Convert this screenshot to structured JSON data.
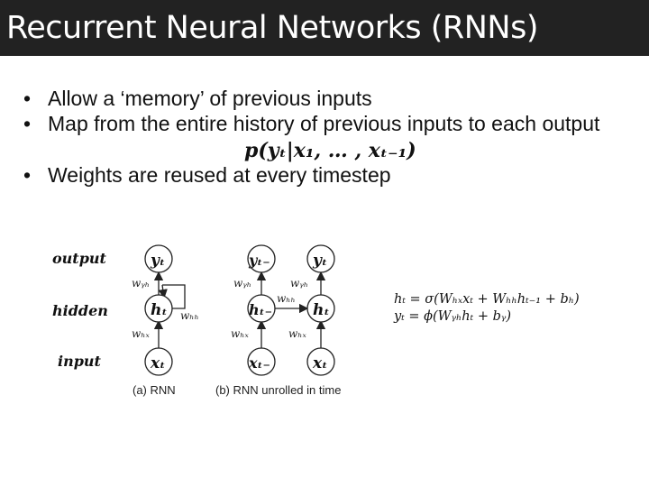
{
  "slide": {
    "title": "Recurrent Neural Networks (RNNs)",
    "bullets": [
      "Allow a ‘memory’ of previous inputs",
      "Map from the entire history of previous inputs to each output",
      "Weights are reused at every timestep"
    ],
    "bullet_glyph": "•",
    "formula": "p(yₜ|x₁, … , xₜ₋₁)"
  },
  "diagram": {
    "row_labels": {
      "output": "output",
      "hidden": "hidden",
      "input": "input"
    },
    "rnn": {
      "nodes": {
        "y": "yₜ",
        "h": "hₜ",
        "x": "xₜ"
      },
      "weights": {
        "wyh": "wᵧₕ",
        "whx": "wₕₓ",
        "whh": "wₕₕ"
      },
      "caption": "(a) RNN"
    },
    "unrolled": {
      "nodes": {
        "y_prev": "yₜ₋",
        "y": "yₜ",
        "h_prev": "hₜ₋",
        "h": "hₜ",
        "x_prev": "xₜ₋",
        "x": "xₜ"
      },
      "weights": {
        "wyh_prev": "wᵧₕ",
        "wyh": "wᵧₕ",
        "whh": "wₕₕ",
        "whx_prev": "wₕₓ",
        "whx": "wₕₓ"
      },
      "caption": "(b) RNN  unrolled  in  time"
    },
    "equations": [
      "hₜ = σ(Wₕₓxₜ + Wₕₕhₜ₋₁ + bₕ)",
      "yₜ = ϕ(Wᵧₕhₜ + bᵧ)"
    ]
  }
}
